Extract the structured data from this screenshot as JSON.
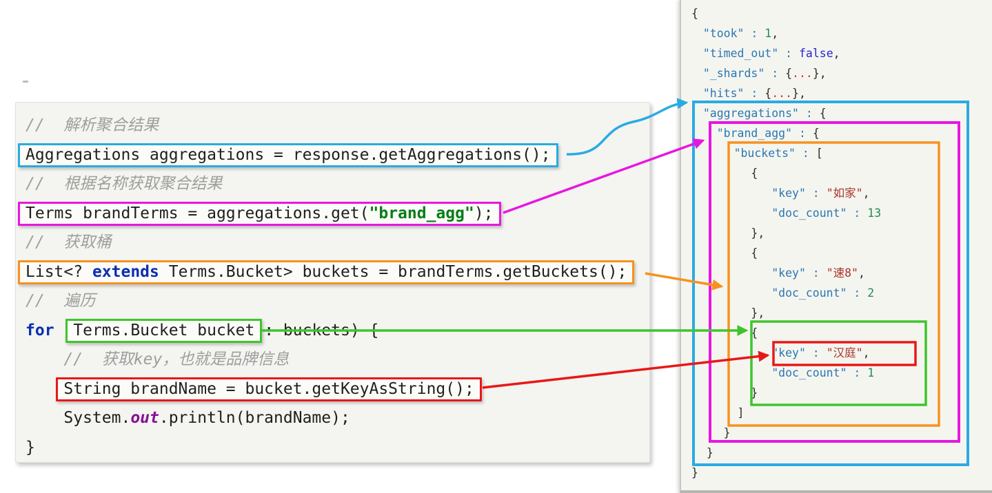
{
  "colors": {
    "cyan": "#29abe2",
    "magenta": "#e816e0",
    "orange": "#f6921e",
    "green": "#3fc42d",
    "red": "#e71818",
    "code_panel_bg": "#f4f4f0",
    "json_panel_bg": "#f5f5f0",
    "json_key": "#2878b2",
    "json_number": "#238a52",
    "json_string": "#a93328",
    "java_keyword": "#0b2fb0",
    "java_string": "#067d17",
    "java_field": "#871094",
    "comment": "#9e9e9e"
  },
  "code_panel": {
    "lines": [
      {
        "indent": 0,
        "box": null,
        "tokens": [
          {
            "t": "//  解析聚合结果",
            "c": "comment"
          }
        ]
      },
      {
        "indent": 0,
        "box": "cyan",
        "tokens": [
          {
            "t": "Aggregations aggregations = response.getAggregations();",
            "c": "plain"
          }
        ]
      },
      {
        "indent": 0,
        "box": null,
        "tokens": [
          {
            "t": "//  根据名称获取聚合结果",
            "c": "comment"
          }
        ]
      },
      {
        "indent": 0,
        "box": "magenta",
        "tokens": [
          {
            "t": "Terms brandTerms = aggregations.get(",
            "c": "plain"
          },
          {
            "t": "\"brand_agg\"",
            "c": "strgreen"
          },
          {
            "t": ");",
            "c": "plain"
          }
        ]
      },
      {
        "indent": 0,
        "box": null,
        "tokens": [
          {
            "t": "//  获取桶",
            "c": "comment"
          }
        ]
      },
      {
        "indent": 0,
        "box": "orange",
        "tokens": [
          {
            "t": "List<? ",
            "c": "plain"
          },
          {
            "t": "extends",
            "c": "keyword"
          },
          {
            "t": " Terms.Bucket> buckets = brandTerms.getBuckets();",
            "c": "plain"
          }
        ]
      },
      {
        "indent": 0,
        "box": null,
        "tokens": [
          {
            "t": "//  遍历",
            "c": "comment"
          }
        ]
      },
      {
        "indent": 0,
        "box": null,
        "tokens": [
          {
            "t": "for",
            "c": "keyword"
          },
          {
            "t": " (",
            "c": "plain"
          },
          {
            "t": "Terms.Bucket bucket",
            "c": "plain",
            "box": "green"
          },
          {
            "t": " : buckets) {",
            "c": "plain"
          }
        ]
      },
      {
        "indent": 4,
        "box": null,
        "tokens": [
          {
            "t": "//  获取key，也就是品牌信息",
            "c": "comment"
          }
        ]
      },
      {
        "indent": 4,
        "box": "red",
        "tokens": [
          {
            "t": "String brandName = bucket.getKeyAsString();",
            "c": "plain"
          }
        ]
      },
      {
        "indent": 4,
        "box": null,
        "tokens": [
          {
            "t": "System.",
            "c": "plain"
          },
          {
            "t": "out",
            "c": "field"
          },
          {
            "t": ".println(brandName);",
            "c": "plain"
          }
        ]
      },
      {
        "indent": 0,
        "box": null,
        "tokens": [
          {
            "t": "}",
            "c": "plain"
          }
        ]
      }
    ]
  },
  "json_panel": {
    "lines": [
      {
        "indent": 0.3,
        "tokens": [
          {
            "t": "{",
            "c": "punc"
          }
        ]
      },
      {
        "indent": 2,
        "tokens": [
          {
            "t": "\"took\"",
            "c": "key"
          },
          {
            "t": " : ",
            "c": "colon"
          },
          {
            "t": "1",
            "c": "num"
          },
          {
            "t": ",",
            "c": "punc"
          }
        ]
      },
      {
        "indent": 2,
        "tokens": [
          {
            "t": "\"timed_out\"",
            "c": "key"
          },
          {
            "t": " : ",
            "c": "colon"
          },
          {
            "t": "false",
            "c": "bool"
          },
          {
            "t": ",",
            "c": "punc"
          }
        ]
      },
      {
        "indent": 2,
        "tokens": [
          {
            "t": "\"_shards\"",
            "c": "key"
          },
          {
            "t": " : ",
            "c": "colon"
          },
          {
            "t": "{",
            "c": "punc"
          },
          {
            "t": "...",
            "c": "ellipsis"
          },
          {
            "t": "},",
            "c": "punc"
          }
        ]
      },
      {
        "indent": 2,
        "tokens": [
          {
            "t": "\"hits\"",
            "c": "key"
          },
          {
            "t": " : ",
            "c": "colon"
          },
          {
            "t": "{",
            "c": "punc"
          },
          {
            "t": "...",
            "c": "ellipsis"
          },
          {
            "t": "},",
            "c": "punc"
          }
        ]
      },
      {
        "indent": 2,
        "tokens": [
          {
            "t": "\"aggregations\"",
            "c": "key"
          },
          {
            "t": " : ",
            "c": "colon"
          },
          {
            "t": "{",
            "c": "punc"
          }
        ]
      },
      {
        "indent": 4,
        "tokens": [
          {
            "t": "\"brand_agg\"",
            "c": "key"
          },
          {
            "t": " : ",
            "c": "colon"
          },
          {
            "t": "{",
            "c": "punc"
          }
        ]
      },
      {
        "indent": 6.5,
        "tokens": [
          {
            "t": "\"buckets\"",
            "c": "key"
          },
          {
            "t": " : ",
            "c": "colon"
          },
          {
            "t": "[",
            "c": "punc"
          }
        ]
      },
      {
        "indent": 9,
        "tokens": [
          {
            "t": "{",
            "c": "punc"
          }
        ]
      },
      {
        "indent": 12,
        "tokens": [
          {
            "t": "\"key\"",
            "c": "key"
          },
          {
            "t": " : ",
            "c": "colon"
          },
          {
            "t": "\"如家\"",
            "c": "str"
          },
          {
            "t": ",",
            "c": "punc"
          }
        ]
      },
      {
        "indent": 12,
        "tokens": [
          {
            "t": "\"doc_count\"",
            "c": "key"
          },
          {
            "t": " : ",
            "c": "colon"
          },
          {
            "t": "13",
            "c": "num"
          }
        ]
      },
      {
        "indent": 9,
        "tokens": [
          {
            "t": "},",
            "c": "punc"
          }
        ]
      },
      {
        "indent": 9,
        "tokens": [
          {
            "t": "{",
            "c": "punc"
          }
        ]
      },
      {
        "indent": 12,
        "tokens": [
          {
            "t": "\"key\"",
            "c": "key"
          },
          {
            "t": " : ",
            "c": "colon"
          },
          {
            "t": "\"速8\"",
            "c": "str"
          },
          {
            "t": ",",
            "c": "punc"
          }
        ]
      },
      {
        "indent": 12,
        "tokens": [
          {
            "t": "\"doc_count\"",
            "c": "key"
          },
          {
            "t": " : ",
            "c": "colon"
          },
          {
            "t": "2",
            "c": "num"
          }
        ]
      },
      {
        "indent": 9,
        "tokens": [
          {
            "t": "},",
            "c": "punc"
          }
        ]
      },
      {
        "indent": 9,
        "tokens": [
          {
            "t": "{",
            "c": "punc"
          }
        ]
      },
      {
        "indent": 12,
        "tokens": [
          {
            "t": "\"key\"",
            "c": "key"
          },
          {
            "t": " : ",
            "c": "colon"
          },
          {
            "t": "\"汉庭\"",
            "c": "str"
          },
          {
            "t": ",",
            "c": "punc"
          }
        ]
      },
      {
        "indent": 12,
        "tokens": [
          {
            "t": "\"doc_count\"",
            "c": "key"
          },
          {
            "t": " : ",
            "c": "colon"
          },
          {
            "t": "1",
            "c": "num"
          }
        ]
      },
      {
        "indent": 9,
        "tokens": [
          {
            "t": "}",
            "c": "punc"
          }
        ]
      },
      {
        "indent": 7,
        "tokens": [
          {
            "t": "]",
            "c": "punc"
          }
        ]
      },
      {
        "indent": 5,
        "tokens": [
          {
            "t": "}",
            "c": "punc"
          }
        ]
      },
      {
        "indent": 2.5,
        "tokens": [
          {
            "t": "}",
            "c": "punc"
          }
        ]
      },
      {
        "indent": 0.3,
        "tokens": [
          {
            "t": "}",
            "c": "punc"
          }
        ]
      }
    ]
  },
  "annotations": {
    "arrows": [
      {
        "color": "cyan",
        "from": "Aggregations aggregations = response.getAggregations();",
        "to": "\"aggregations\" : { ... }"
      },
      {
        "color": "magenta",
        "from": "Terms brandTerms = aggregations.get(\"brand_agg\");",
        "to": "\"brand_agg\" : { ... }"
      },
      {
        "color": "orange",
        "from": "List<? extends Terms.Bucket> buckets = brandTerms.getBuckets();",
        "to": "\"buckets\" : [ ... ]"
      },
      {
        "color": "green",
        "from": "Terms.Bucket bucket",
        "to": "third bucket object { \"key\" : \"汉庭\", \"doc_count\" : 1 }"
      },
      {
        "color": "red",
        "from": "String brandName = bucket.getKeyAsString();",
        "to": "\"key\" : \"汉庭\","
      }
    ]
  }
}
